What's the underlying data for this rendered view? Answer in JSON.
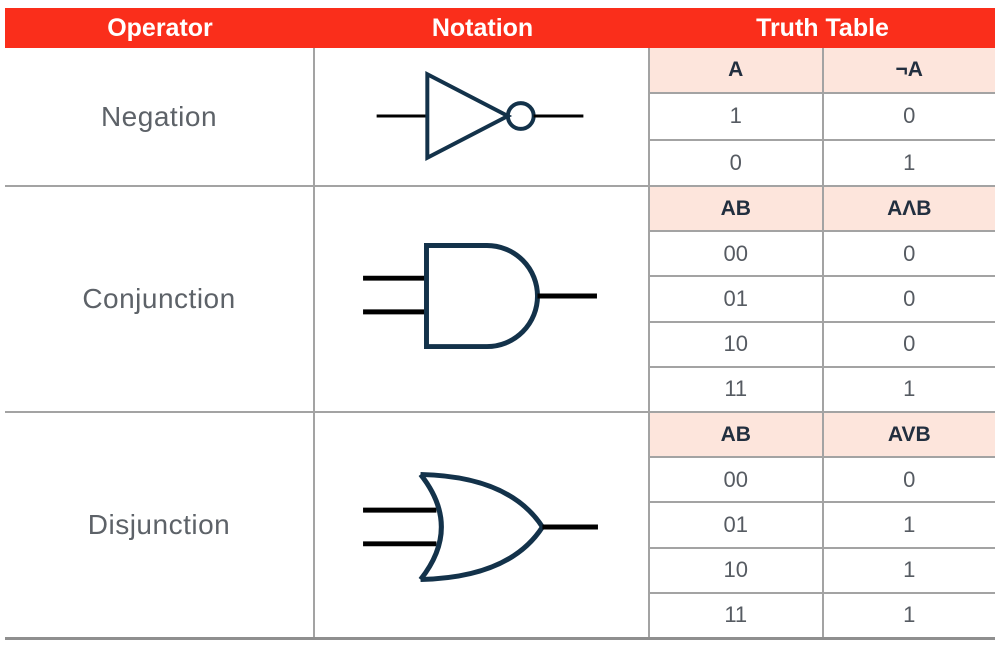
{
  "colors": {
    "header_bg": "#fa2e1b",
    "header_text": "#ffffff",
    "pink_bg": "#fde5dc",
    "grid": "#a3a3a3",
    "bottom_border": "#8f8f8f",
    "gate_stroke": "#13324a",
    "wire": "#000000",
    "operator_text": "#5d6268",
    "value_text": "#565b62",
    "truth_header_text": "#222f3f"
  },
  "header": {
    "columns": [
      "Operator",
      "Notation",
      "Truth Table"
    ]
  },
  "sections": [
    {
      "operator": "Negation",
      "gate_icon": "not-gate",
      "truth_table": {
        "headers": [
          "A",
          "¬A"
        ],
        "rows": [
          [
            "1",
            "0"
          ],
          [
            "0",
            "1"
          ]
        ]
      }
    },
    {
      "operator": "Conjunction",
      "gate_icon": "and-gate",
      "truth_table": {
        "headers": [
          "AB",
          "AΛB"
        ],
        "rows": [
          [
            "00",
            "0"
          ],
          [
            "01",
            "0"
          ],
          [
            "10",
            "0"
          ],
          [
            "11",
            "1"
          ]
        ]
      }
    },
    {
      "operator": "Disjunction",
      "gate_icon": "or-gate",
      "truth_table": {
        "headers": [
          "AB",
          "AVB"
        ],
        "rows": [
          [
            "00",
            "0"
          ],
          [
            "01",
            "1"
          ],
          [
            "10",
            "1"
          ],
          [
            "11",
            "1"
          ]
        ]
      }
    }
  ]
}
